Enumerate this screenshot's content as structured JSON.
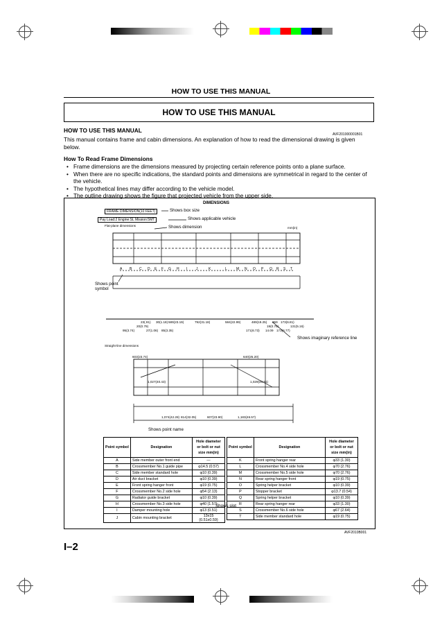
{
  "page_header": "HOW TO USE THIS MANUAL",
  "section_title": "HOW TO USE THIS MANUAL",
  "subsection_title": "HOW TO USE THIS MANUAL",
  "doc_code": "AVF201000001B01",
  "intro_text": "This manual contains frame and cabin dimensions. An explanation of how to read the dimensional drawing is given below.",
  "how_to_heading": "How To Read Frame Dimensions",
  "bullets": [
    "Frame dimensions are the dimensions measured by projecting certain reference points onto a plane surface.",
    "When there are no specific indications, the standard points and dimensions are symmetrical in regard to the center of the vehicle.",
    "The hypothetical lines may differ according to the vehicle model.",
    "The outline drawing shows the figure that projected vehicle from the upper side."
  ],
  "figure": {
    "title": "DIMENSIONS",
    "frame_label": "FRAME DIMENSION(10 FEET)",
    "payload_label": "Pay Load:2 Engine:SL Mission:5MT",
    "flat_plane_label": "Flat-plane dimensions",
    "unit_label": "mm(in)",
    "straight_line_label": "Straight-line dimensions",
    "figure_code": "AVF2010B001",
    "callouts": {
      "box_size": "Shows box size",
      "applicable_vehicle": "Shows applicable vehicle",
      "dimension": "Shows dimension",
      "point_symbol": "Shows point symbol",
      "imaginary_line": "Shows imaginary reference line",
      "point_name": "Shows point name",
      "slot": "Shows slot"
    },
    "point_letters": [
      "A",
      "B",
      "C",
      "D",
      "E",
      "F",
      "G",
      "H",
      "I",
      "J",
      "K",
      "L",
      "M",
      "N",
      "O",
      "P",
      "Q",
      "R",
      "S",
      "T"
    ],
    "flat_bottom_dims": [
      "23(.91)",
      "30(1.18)",
      "20(0.79)",
      "589(23.19)",
      "792(31.18)",
      "584(22.99)",
      "489(19.25)",
      "359",
      "19(0.75)",
      "173(6.81)",
      "131(5.16)"
    ],
    "flat_bottom_dims2": [
      "95(3.74)",
      "27(1.06)",
      "85(3.35)",
      "171(6.73)",
      "14.09",
      "173(6.77)"
    ],
    "straight_dims": [
      "603(23.74)",
      "1,027(40.43)",
      "640(25.20)",
      "1,029(40.51)",
      "1,074(42.28)",
      "814(32.05)",
      "607(23.90)",
      "1,183(46.57)"
    ]
  },
  "table": {
    "headers": {
      "point_symbol": "Point symbol",
      "designation": "Designation",
      "hole_diameter": "Hole diameter or bolt or nut size mm(in)"
    },
    "left_rows": [
      {
        "symbol": "A",
        "designation": "Side member outer front end",
        "size": "—"
      },
      {
        "symbol": "B",
        "designation": "Crossmember No.1 guide pipe",
        "size": "φ14.5 (0.57)"
      },
      {
        "symbol": "C",
        "designation": "Side member standard hole",
        "size": "φ10 (0.39)"
      },
      {
        "symbol": "D",
        "designation": "Air duct bracket",
        "size": "φ10 (0.39)"
      },
      {
        "symbol": "E",
        "designation": "Front spring hanger front",
        "size": "φ19 (0.75)"
      },
      {
        "symbol": "F",
        "designation": "Crossmember No.2 side hole",
        "size": "φ54 (2.13)"
      },
      {
        "symbol": "G",
        "designation": "Radiator guide bracket",
        "size": "φ10 (0.39)"
      },
      {
        "symbol": "H",
        "designation": "Crossmember No.3 side hole",
        "size": "φ40 (1.57)"
      },
      {
        "symbol": "I",
        "designation": "Damper mounting hole",
        "size": "φ13 (0.51)"
      },
      {
        "symbol": "J",
        "designation": "Cabin mounting bracket",
        "size": "13x15 (0.51x0.59)"
      }
    ],
    "right_rows": [
      {
        "symbol": "K",
        "designation": "Front spring hanger rear",
        "size": "φ33 (1.30)"
      },
      {
        "symbol": "L",
        "designation": "Crossmember No.4 side hole",
        "size": "φ70 (2.76)"
      },
      {
        "symbol": "M",
        "designation": "Crossmember No.5 side hole",
        "size": "φ70 (2.76)"
      },
      {
        "symbol": "N",
        "designation": "Rear spring hanger front",
        "size": "φ19 (0.75)"
      },
      {
        "symbol": "O",
        "designation": "Spring helper bracket",
        "size": "φ10 (0.39)"
      },
      {
        "symbol": "P",
        "designation": "Stopper bracket",
        "size": "φ13.7 (0.54)"
      },
      {
        "symbol": "Q",
        "designation": "Spring helper bracket",
        "size": "φ10 (0.39)"
      },
      {
        "symbol": "R",
        "designation": "Rear spring hanger rear",
        "size": "φ33 (1.30)"
      },
      {
        "symbol": "S",
        "designation": "Crossmember No.6 side hole",
        "size": "φ67 (2.64)"
      },
      {
        "symbol": "T",
        "designation": "Side member standard hole",
        "size": "φ19 (0.75)"
      }
    ]
  },
  "page_number": "I–2"
}
